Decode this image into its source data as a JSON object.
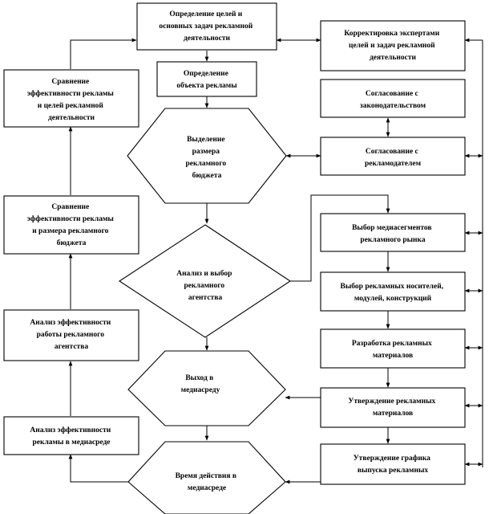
{
  "diagram": {
    "nodes": [
      {
        "id": "n1",
        "lines": [
          "Определение целей и",
          "основных задач рекламной",
          "деятельности"
        ]
      },
      {
        "id": "n2",
        "lines": [
          "Определение",
          "объекта рекламы"
        ]
      },
      {
        "id": "n3",
        "lines": [
          "Выделение",
          "размера",
          "рекламного",
          "бюджета"
        ]
      },
      {
        "id": "n4",
        "lines": [
          "Анализ и выбор",
          "рекламного",
          "агентства"
        ]
      },
      {
        "id": "n5",
        "lines": [
          "Выход  в",
          "медиасреду"
        ]
      },
      {
        "id": "n6",
        "lines": [
          "Время действия  в",
          "медиасреде"
        ]
      },
      {
        "id": "n7",
        "lines": [
          "Корректировка  экспертами",
          "целей и задач рекламной",
          "деятельности"
        ]
      },
      {
        "id": "n8",
        "lines": [
          "Согласование  с",
          "законодательством"
        ]
      },
      {
        "id": "n9",
        "lines": [
          "Согласование  с",
          "рекламодателем"
        ]
      },
      {
        "id": "n10",
        "lines": [
          "Выбор медиасегментов",
          "рекламного рынка"
        ]
      },
      {
        "id": "n11",
        "lines": [
          "Выбор рекламных  носителей,",
          "модулей, конструкций"
        ]
      },
      {
        "id": "n12",
        "lines": [
          "Разработка рекламных",
          "материалов"
        ]
      },
      {
        "id": "n13",
        "lines": [
          "Утверждение  рекламных",
          "материалов"
        ]
      },
      {
        "id": "n14",
        "lines": [
          "Утверждение графика",
          "выпуска рекламных"
        ]
      },
      {
        "id": "n15",
        "lines": [
          "Сравнение",
          "эффективности рекламы",
          "и целей рекламной",
          "деятельности"
        ]
      },
      {
        "id": "n16",
        "lines": [
          "Сравнение",
          "эффективности рекламы",
          "и размера рекламного",
          "бюджета"
        ]
      },
      {
        "id": "n17",
        "lines": [
          "Анализ эффективности",
          "работы рекламного",
          "агентства"
        ]
      },
      {
        "id": "n18",
        "lines": [
          "Анализ эффективности",
          "рекламы в медиасреде"
        ]
      }
    ]
  }
}
